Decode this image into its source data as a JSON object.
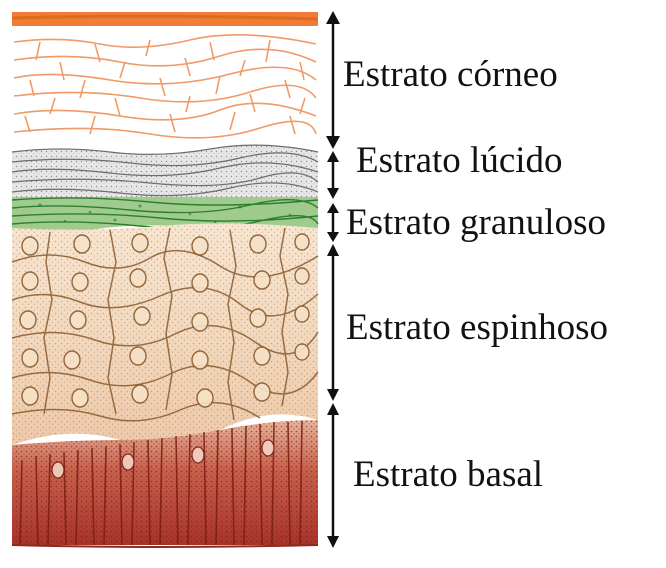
{
  "diagram": {
    "layers": [
      {
        "key": "corneo",
        "label": "Estrato córneo",
        "color": "#f08a4b"
      },
      {
        "key": "lucido",
        "label": "Estrato lúcido",
        "color": "#8c8c8c"
      },
      {
        "key": "granuloso",
        "label": "Estrato granuloso",
        "color": "#3f9a3f"
      },
      {
        "key": "espinhoso",
        "label": "Estrato espinhoso",
        "color": "#c89a63"
      },
      {
        "key": "basal",
        "label": "Estrato basal",
        "color": "#b03a2e"
      }
    ]
  }
}
